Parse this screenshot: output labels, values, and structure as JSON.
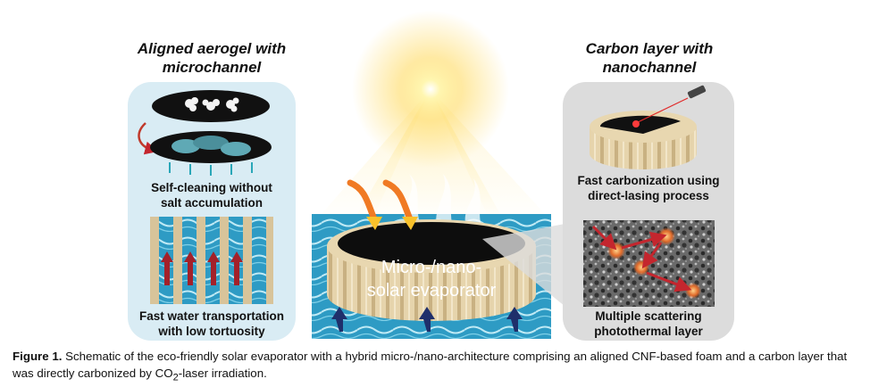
{
  "left_panel": {
    "title_line1": "Aligned aerogel with",
    "title_line2": "microchannel",
    "label_top_line1": "Self-cleaning without",
    "label_top_line2": "salt accumulation",
    "label_bottom_line1": "Fast water transportation",
    "label_bottom_line2": "with low tortuosity"
  },
  "center": {
    "evaporator_line1": "Micro-/nano-",
    "evaporator_line2": "solar evaporator"
  },
  "right_panel": {
    "title_line1": "Carbon layer with",
    "title_line2": "nanochannel",
    "label_top_line1": "Fast carbonization using",
    "label_top_line2": "direct-lasing process",
    "label_bottom_line1": "Multiple scattering",
    "label_bottom_line2": "photothermal layer"
  },
  "caption": {
    "figure_label": "Figure 1.",
    "text_before_sub": "Schematic of the eco-friendly solar evaporator with a hybrid micro-/nano-architecture comprising an aligned CNF-based foam and a carbon layer that was directly carbonized by CO",
    "subscript": "2",
    "text_after_sub": "-laser irradiation."
  },
  "colors": {
    "left_panel_bg": "#d9ecf4",
    "right_panel_bg": "#dcdcdc",
    "water": "#3ba7c9",
    "foam": "#d8c49a",
    "arrow_red": "#b5202a",
    "arrow_blue": "#1f2f6b"
  }
}
